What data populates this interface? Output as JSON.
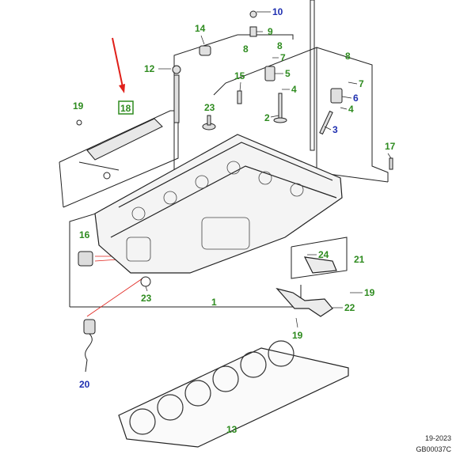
{
  "diagram": {
    "callouts": [
      {
        "id": "c1",
        "label": "1",
        "color": "green"
      },
      {
        "id": "c2",
        "label": "2",
        "color": "green"
      },
      {
        "id": "c3",
        "label": "3",
        "color": "blue"
      },
      {
        "id": "c4a",
        "label": "4",
        "color": "green"
      },
      {
        "id": "c4b",
        "label": "4",
        "color": "green"
      },
      {
        "id": "c5",
        "label": "5",
        "color": "green"
      },
      {
        "id": "c6",
        "label": "6",
        "color": "blue"
      },
      {
        "id": "c7a",
        "label": "7",
        "color": "green"
      },
      {
        "id": "c7b",
        "label": "7",
        "color": "green"
      },
      {
        "id": "c8a",
        "label": "8",
        "color": "green"
      },
      {
        "id": "c8b",
        "label": "8",
        "color": "green"
      },
      {
        "id": "c8c",
        "label": "8",
        "color": "green"
      },
      {
        "id": "c9",
        "label": "9",
        "color": "green"
      },
      {
        "id": "c10",
        "label": "10",
        "color": "blue"
      },
      {
        "id": "c12",
        "label": "12",
        "color": "green"
      },
      {
        "id": "c13",
        "label": "13",
        "color": "green"
      },
      {
        "id": "c14",
        "label": "14",
        "color": "green"
      },
      {
        "id": "c15",
        "label": "15",
        "color": "green"
      },
      {
        "id": "c16",
        "label": "16",
        "color": "green"
      },
      {
        "id": "c17",
        "label": "17",
        "color": "green"
      },
      {
        "id": "c18",
        "label": "18",
        "color": "green"
      },
      {
        "id": "c19a",
        "label": "19",
        "color": "green"
      },
      {
        "id": "c19b",
        "label": "19",
        "color": "green"
      },
      {
        "id": "c19c",
        "label": "19",
        "color": "green"
      },
      {
        "id": "c20",
        "label": "20",
        "color": "blue"
      },
      {
        "id": "c21",
        "label": "21",
        "color": "green"
      },
      {
        "id": "c22",
        "label": "22",
        "color": "green"
      },
      {
        "id": "c23a",
        "label": "23",
        "color": "green"
      },
      {
        "id": "c23b",
        "label": "23",
        "color": "green"
      },
      {
        "id": "c24",
        "label": "24",
        "color": "green"
      }
    ],
    "footer": {
      "date": "19-2023",
      "code": "GB00037C"
    },
    "colors": {
      "green": "#2e8b1f",
      "blue": "#1f2fb0",
      "pointer": "#e0201a",
      "line": "#222222"
    }
  }
}
